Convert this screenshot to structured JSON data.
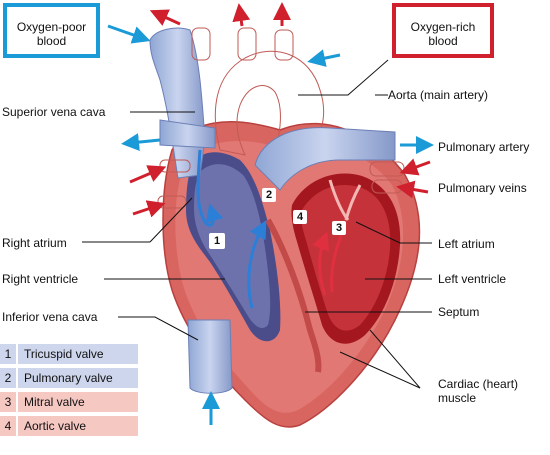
{
  "boxes": {
    "oxygen_poor": "Oxygen-poor\nblood",
    "oxygen_rich": "Oxygen-rich\nblood"
  },
  "labels": {
    "superior_vena_cava": "Superior vena cava",
    "aorta": "Aorta (main artery)",
    "pulmonary_artery": "Pulmonary artery",
    "pulmonary_veins": "Pulmonary veins",
    "right_atrium": "Right atrium",
    "left_atrium": "Left atrium",
    "right_ventricle": "Right ventricle",
    "left_ventricle": "Left ventricle",
    "septum": "Septum",
    "inferior_vena_cava": "Inferior vena cava",
    "cardiac_muscle": "Cardiac (heart)\nmuscle"
  },
  "valve_markers": [
    "1",
    "2",
    "3",
    "4"
  ],
  "legend": [
    {
      "num": "1",
      "label": "Tricuspid valve",
      "type": "oxygen-poor"
    },
    {
      "num": "2",
      "label": "Pulmonary valve",
      "type": "oxygen-poor"
    },
    {
      "num": "3",
      "label": "Mitral valve",
      "type": "oxygen-rich"
    },
    {
      "num": "4",
      "label": "Aortic valve",
      "type": "oxygen-rich"
    }
  ],
  "colors": {
    "oxygen_poor": "#1a9ad6",
    "oxygen_rich": "#d0202e",
    "legend_blue": "#cdd6ec",
    "legend_red": "#f6c8c2"
  }
}
